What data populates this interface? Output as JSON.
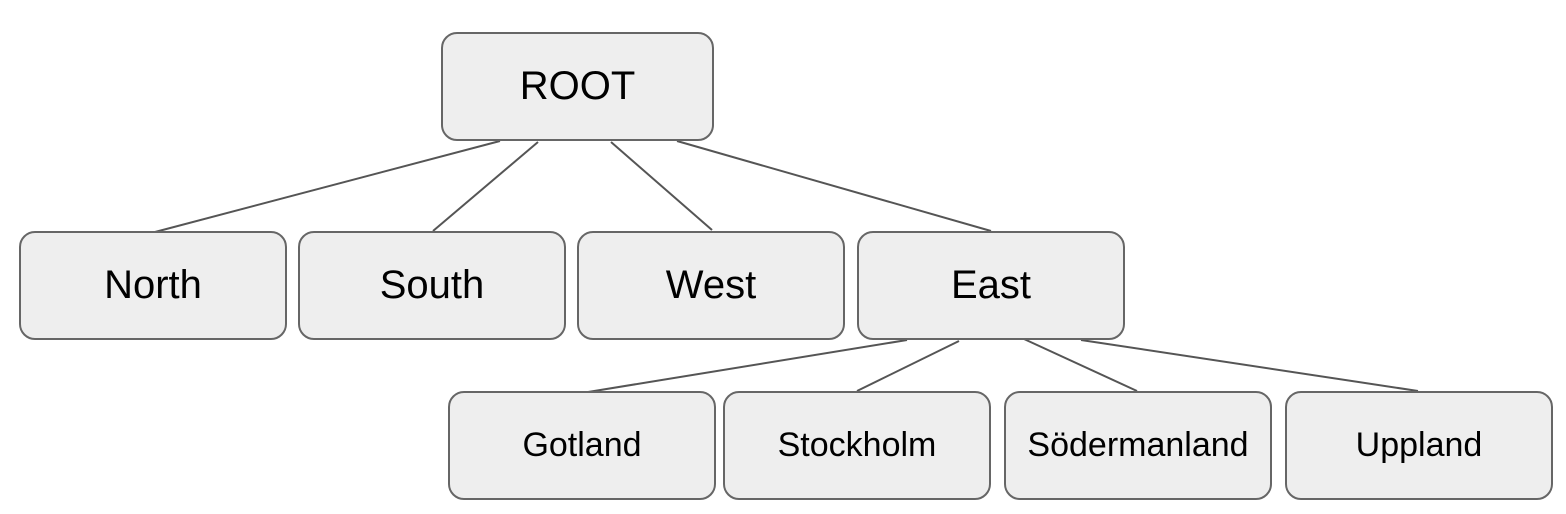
{
  "tree": {
    "root": {
      "label": "ROOT"
    },
    "regions": [
      {
        "label": "North"
      },
      {
        "label": "South"
      },
      {
        "label": "West"
      },
      {
        "label": "East"
      }
    ],
    "east_children": [
      {
        "label": "Gotland"
      },
      {
        "label": "Stockholm"
      },
      {
        "label": "Södermanland"
      },
      {
        "label": "Uppland"
      }
    ]
  },
  "colors": {
    "node_fill": "#eeeeee",
    "node_border": "#666666",
    "edge": "#555555",
    "text": "#000000"
  }
}
